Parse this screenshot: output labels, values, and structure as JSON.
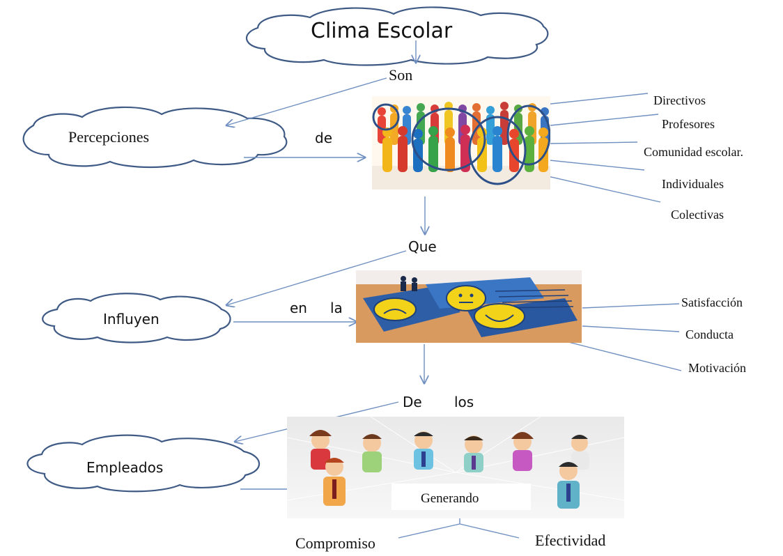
{
  "title": "Clima Escolar",
  "connectors": {
    "son": "Son",
    "de": "de",
    "que": "Que",
    "en": "en",
    "la": "la",
    "de_los_1": "De",
    "de_los_2": "los",
    "generando": "Generando"
  },
  "nodes": {
    "percepciones": "Percepciones",
    "influyen": "Influyen",
    "empleados": "Empleados"
  },
  "perception_items": [
    "Directivos",
    "Profesores",
    "Comunidad escolar.",
    "Individuales",
    "Colectivas"
  ],
  "influence_items": [
    "Satisfacción",
    "Conducta",
    "Motivación"
  ],
  "outcomes": [
    "Compromiso",
    "Efectividad"
  ],
  "colors": {
    "cloud_stroke": "#3e5a85",
    "arrow": "#6f8fc0",
    "circle": "#2d4f87",
    "smiley": "#f3d21a",
    "block": "#2e5fa6"
  }
}
